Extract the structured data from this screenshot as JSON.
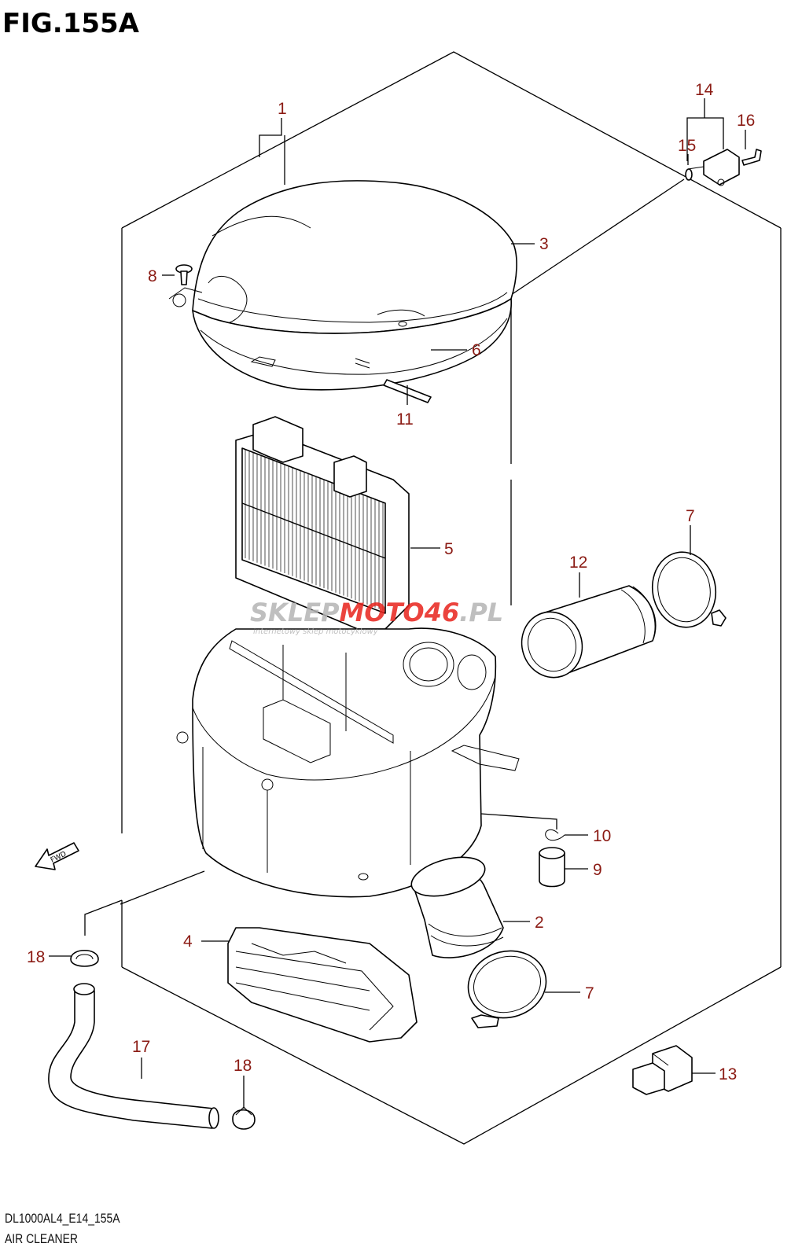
{
  "figure": {
    "title": "FIG.155A",
    "code": "DL1000AL4_E14_155A",
    "name": "AIR CLEANER"
  },
  "watermark": {
    "brand_part1": "SKLEP",
    "brand_part2": "MOTO",
    "brand_part3": "46",
    "brand_part4": ".PL",
    "tagline": "internetowy sklep motocyklowy",
    "accent_color": "#e8231c",
    "gray_color": "#b4b4b4"
  },
  "fwd_label": "FWD",
  "callout_color": "#8b1b14",
  "parts": [
    {
      "ref": "1",
      "name": "air-cleaner-assembly"
    },
    {
      "ref": "2",
      "name": "outlet-tube"
    },
    {
      "ref": "3",
      "name": "cap"
    },
    {
      "ref": "4",
      "name": "intake-duct"
    },
    {
      "ref": "5",
      "name": "element"
    },
    {
      "ref": "6",
      "name": "seal"
    },
    {
      "ref": "7",
      "name": "clamp"
    },
    {
      "ref": "7",
      "name": "clamp-lower"
    },
    {
      "ref": "8",
      "name": "screw"
    },
    {
      "ref": "9",
      "name": "drain-plug"
    },
    {
      "ref": "10",
      "name": "clip"
    },
    {
      "ref": "11",
      "name": "seal-strip"
    },
    {
      "ref": "12",
      "name": "intake-pipe"
    },
    {
      "ref": "13",
      "name": "connector"
    },
    {
      "ref": "14",
      "name": "sensor-assembly"
    },
    {
      "ref": "15",
      "name": "o-ring"
    },
    {
      "ref": "16",
      "name": "sensor-screw"
    },
    {
      "ref": "17",
      "name": "drain-hose"
    },
    {
      "ref": "18",
      "name": "hose-clamp-upper"
    },
    {
      "ref": "18",
      "name": "hose-clamp-lower"
    }
  ]
}
